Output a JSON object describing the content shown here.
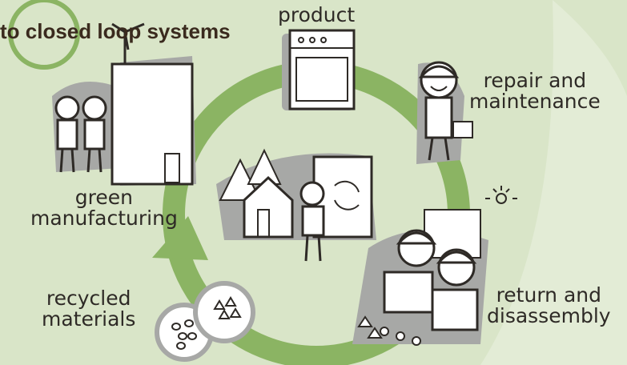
{
  "title": "to closed loop systems",
  "colors": {
    "background": "#d9e5c8",
    "cycle": "#8bb463",
    "shadow": "#a7a8a6",
    "ink": "#2e2a26"
  },
  "stages": {
    "product": "product",
    "repair": "repair and\nmaintenance",
    "return": "return and\ndisassembly",
    "recycled": "recycled\nmaterials",
    "manufacturing": "green\nmanufacturing"
  }
}
